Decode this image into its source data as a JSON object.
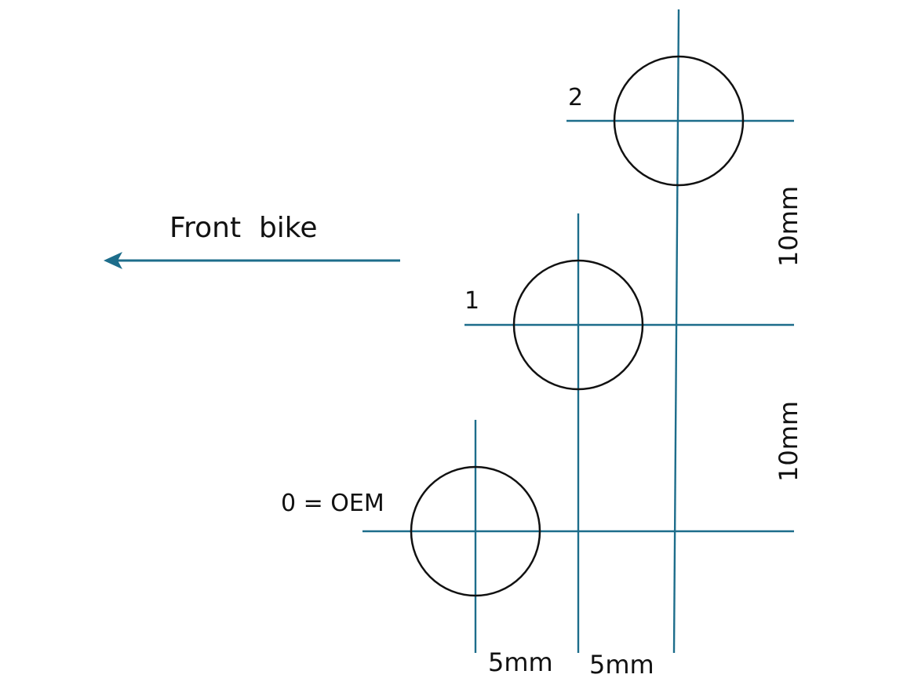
{
  "direction": {
    "label": "Front  bike",
    "icon": "arrow-left-icon"
  },
  "positions": [
    {
      "label": "0 = OEM"
    },
    {
      "label": "1"
    },
    {
      "label": "2"
    }
  ],
  "dimensions": {
    "vertical_lower": "10mm",
    "vertical_upper": "10mm",
    "horizontal_first": "5mm",
    "horizontal_second": "5mm"
  },
  "colors": {
    "line": "#1d6d8b",
    "circle": "#111111",
    "text": "#111111"
  }
}
